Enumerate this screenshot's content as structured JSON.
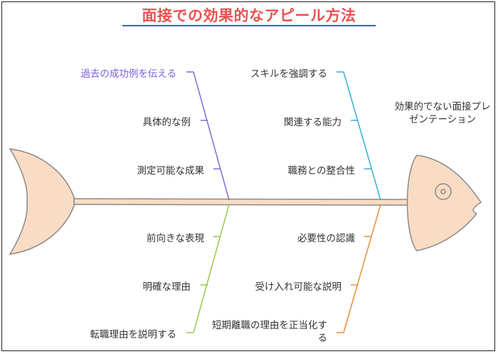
{
  "title": "面接での効果的なアピール方法",
  "effect": "効果的でない面接プレゼンテーション",
  "branches": {
    "top_left": [
      "過去の成功例を伝える",
      "具体的な例",
      "測定可能な成果"
    ],
    "top_right": [
      "スキルを強調する",
      "関連する能力",
      "職務との整合性"
    ],
    "bottom_left": [
      "前向きな表現",
      "明確な理由",
      "転職理由を説明する"
    ],
    "bottom_right": [
      "必要性の認識",
      "受け入れ可能な説明",
      "短期離職の理由を正当化する"
    ]
  },
  "colors": {
    "title": "#e8524f",
    "top_left": "#7b5fd9",
    "top_right": "#29a8d6",
    "bottom_left": "#8cc63f",
    "bottom_right": "#e08a2e",
    "fish_fill": "#f9dcc4",
    "fish_stroke": "#8a8a8a"
  }
}
